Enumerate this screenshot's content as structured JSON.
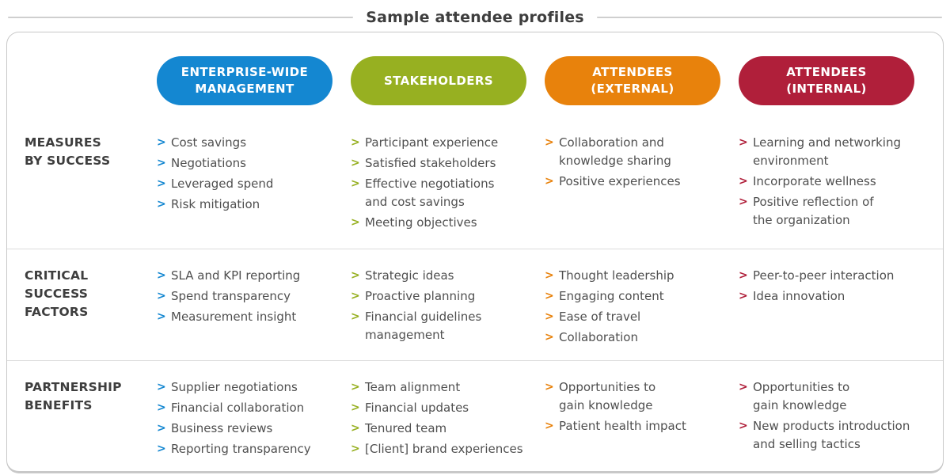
{
  "title": "Sample attendee profiles",
  "columns": [
    {
      "label": "ENTERPRISE-WIDE\nMANAGEMENT",
      "color": "#1487d1"
    },
    {
      "label": "STAKEHOLDERS",
      "color": "#97b021"
    },
    {
      "label": "ATTENDEES\n(EXTERNAL)",
      "color": "#e8820c"
    },
    {
      "label": "ATTENDEES\n(INTERNAL)",
      "color": "#b01f3a"
    }
  ],
  "rows": [
    {
      "label": "MEASURES\nBY SUCCESS",
      "cells": [
        [
          "Cost savings",
          "Negotiations",
          "Leveraged spend",
          "Risk mitigation"
        ],
        [
          "Participant experience",
          "Satisfied stakeholders",
          "Effective negotiations\nand cost savings",
          "Meeting objectives"
        ],
        [
          "Collaboration and\nknowledge sharing",
          "Positive experiences"
        ],
        [
          "Learning and networking\nenvironment",
          "Incorporate wellness",
          "Positive reflection of\nthe organization"
        ]
      ]
    },
    {
      "label": "CRITICAL\nSUCCESS\nFACTORS",
      "cells": [
        [
          "SLA and KPI reporting",
          "Spend transparency",
          "Measurement insight"
        ],
        [
          "Strategic ideas",
          "Proactive planning",
          "Financial guidelines\nmanagement"
        ],
        [
          "Thought leadership",
          "Engaging content",
          "Ease of travel",
          "Collaboration"
        ],
        [
          "Peer-to-peer interaction",
          "Idea innovation"
        ]
      ]
    },
    {
      "label": "PARTNERSHIP\nBENEFITS",
      "cells": [
        [
          "Supplier negotiations",
          "Financial collaboration",
          "Business reviews",
          "Reporting transparency"
        ],
        [
          "Team alignment",
          "Financial updates",
          "Tenured team",
          "[Client] brand experiences"
        ],
        [
          "Opportunities to\ngain knowledge",
          "Patient health impact"
        ],
        [
          "Opportunities to\ngain knowledge",
          "New products introduction\nand selling tactics"
        ]
      ]
    }
  ]
}
